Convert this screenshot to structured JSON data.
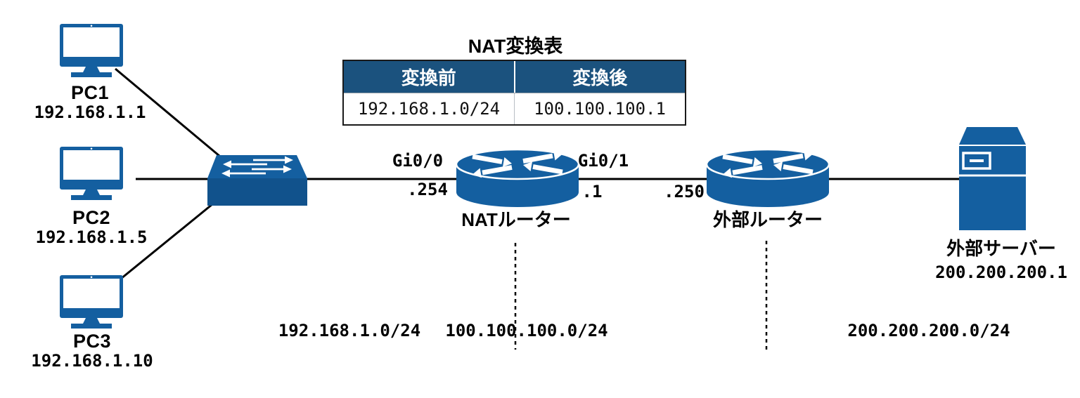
{
  "nat_table": {
    "title": "NAT変換表",
    "headers": [
      "変換前",
      "変換後"
    ],
    "rows": [
      [
        "192.168.1.0/24",
        "100.100.100.1"
      ]
    ]
  },
  "devices": {
    "pc1": {
      "name": "PC1",
      "ip": "192.168.1.1"
    },
    "pc2": {
      "name": "PC2",
      "ip": "192.168.1.5"
    },
    "pc3": {
      "name": "PC3",
      "ip": "192.168.1.10"
    },
    "nat_router": {
      "name": "NATルーター",
      "left_if": "Gi0/0",
      "left_ip": ".254",
      "right_if": "Gi0/1",
      "right_ip": ".1"
    },
    "ext_router": {
      "name": "外部ルーター",
      "left_ip": ".250"
    },
    "server": {
      "name": "外部サーバー",
      "ip": "200.200.200.1"
    }
  },
  "segments": {
    "lan": "192.168.1.0/24",
    "wan": "100.100.100.0/24",
    "external": "200.200.200.0/24"
  },
  "colors": {
    "device_blue": "#145FA0",
    "table_header_blue": "#1B527E",
    "line_black": "#000000"
  }
}
